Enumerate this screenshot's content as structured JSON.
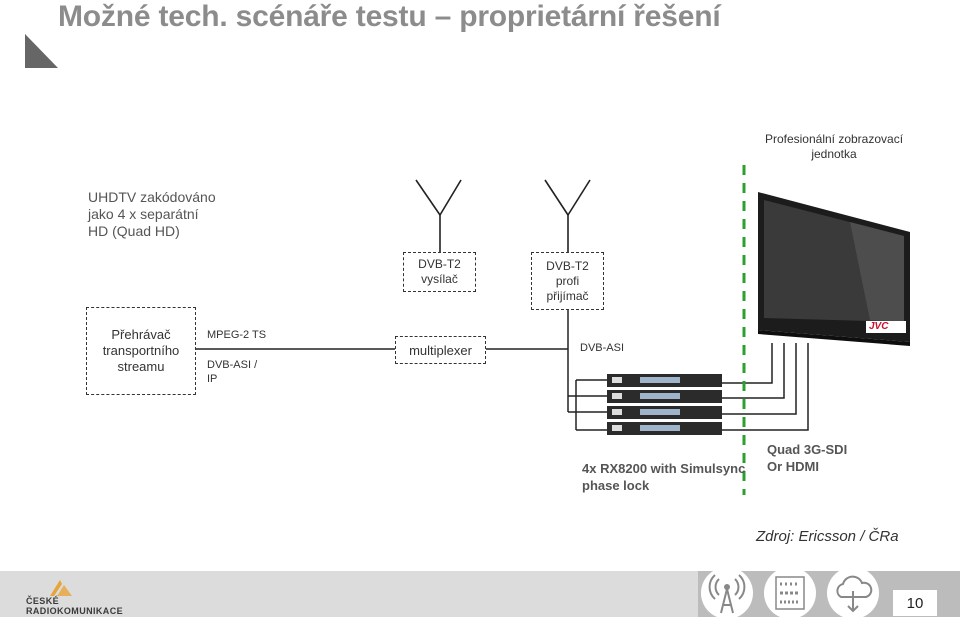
{
  "title": "Možné tech. scénáře testu – proprietární řešení",
  "uhdtv_label": [
    "UHDTV zakódováno",
    "jako 4 x separátní",
    "HD (Quad HD)"
  ],
  "display_label": [
    "Profesionální zobrazovací",
    "jednotka"
  ],
  "player_box": [
    "Přehrávač",
    "transportního",
    "streamu"
  ],
  "tx_box": [
    "DVB-T2",
    "vysílač"
  ],
  "rx_box": [
    "DVB-T2",
    "profi",
    "přijímač"
  ],
  "mux_box": "multiplexer",
  "mpeg_label": "MPEG-2 TS",
  "dvbasi_ip_label": [
    "DVB-ASI /",
    "IP"
  ],
  "dvbasi_label": "DVB-ASI",
  "rx_caption": [
    "4x RX8200 with Simulsync",
    "phase lock"
  ],
  "sdi_caption": [
    "Quad 3G-SDI",
    "Or HDMI"
  ],
  "tv_brand": "JVC",
  "source_label": "Zdroj: Ericsson / ČRa",
  "logo_text": [
    "ČESKÉ",
    "RADIOKOMUNIKACE"
  ],
  "page_number": "10",
  "footer_icons": [
    "antenna-icon",
    "binary-data-icon",
    "cloud-download-icon"
  ],
  "colors": {
    "title": "#8c8c8c",
    "green_dashed_line": "#2ca02c",
    "logo_accent": "#e7a43c",
    "footer": "#dcdcdc",
    "footer_dark": "#bcbcbc",
    "tv_brand_red": "#c8102e"
  }
}
